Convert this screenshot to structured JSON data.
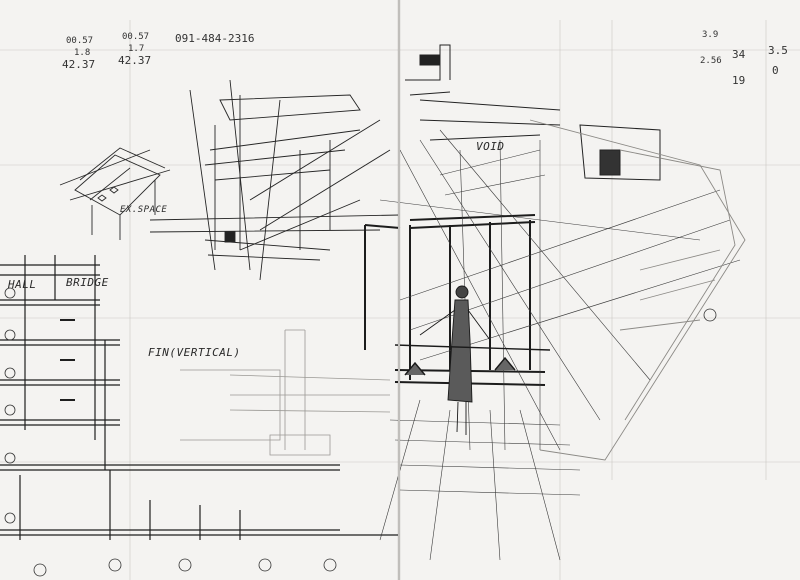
{
  "annotations": {
    "hall": "HALL",
    "bridge": "BRIDGE",
    "fin": "FIN(VERTICAL)",
    "void": "VOID",
    "space": "EX.SPACE"
  },
  "dimensions": {
    "top_left_a": "00.57",
    "top_left_b": "1.8",
    "top_left_c": "42.37",
    "top_mid_a": "00.57",
    "top_mid_b": "1.7",
    "top_mid_c": "42.37",
    "top_phone": "091-484-2316",
    "top_right_a": "3.9",
    "top_right_b": "2.56",
    "frac_a": "34",
    "frac_b": "19",
    "frac_c": "3.5",
    "frac_d": "0"
  },
  "ink_color": "#1c1c1c",
  "paper_color": "#f4f3f1"
}
